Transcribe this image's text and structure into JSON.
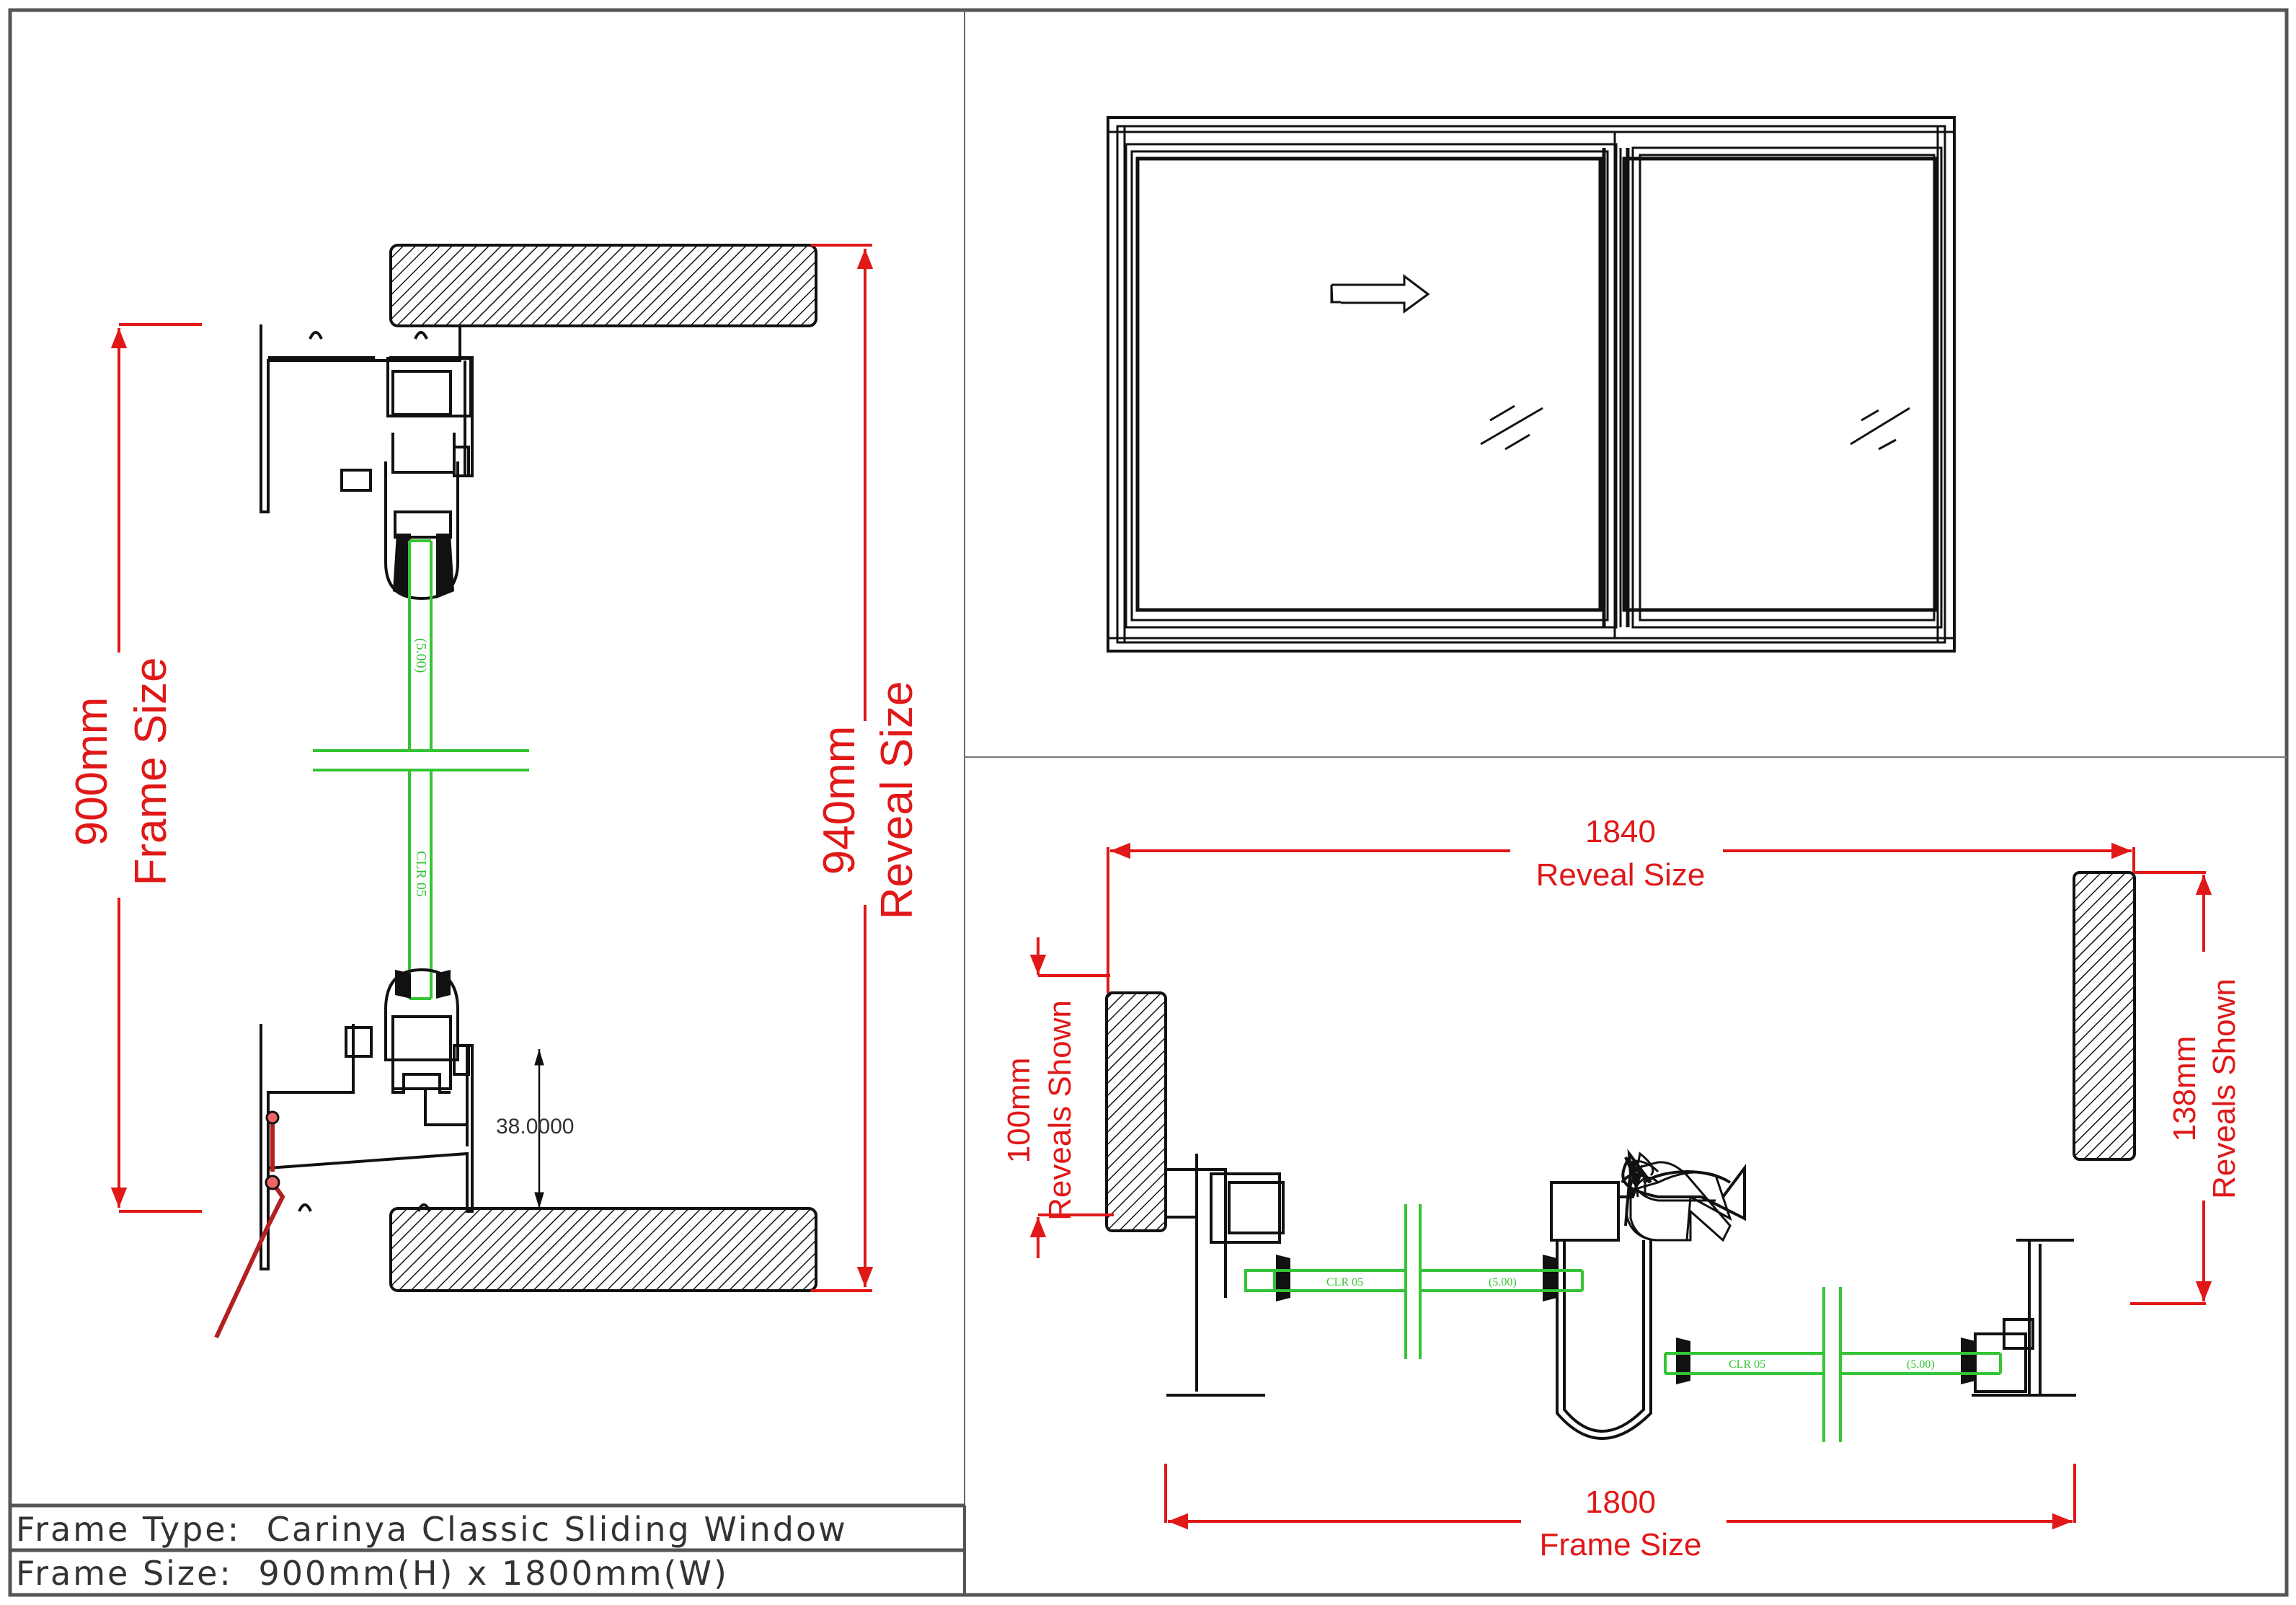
{
  "title_block": {
    "frame_type_label": "Frame Type:",
    "frame_type_value": "Carinya Classic Sliding Window",
    "frame_size_label": "Frame Size:",
    "frame_size_value": "900mm(H) x 1800mm(W)"
  },
  "vertical_section": {
    "frame_dim_value": "900mm",
    "frame_dim_label": "Frame Size",
    "reveal_dim_value": "940mm",
    "reveal_dim_label": "Reveal Size",
    "glass_thickness": "(5.00)",
    "glass_type": "CLR 05",
    "sill_dim": "38.0000"
  },
  "elevation": {
    "panels": 2,
    "slide_direction": "right-arrow",
    "glass_symbol": "glass-hatch-icon"
  },
  "plan_section": {
    "reveal_dim_value": "1840",
    "reveal_dim_label": "Reveal Size",
    "frame_dim_value": "1800",
    "frame_dim_label": "Frame Size",
    "left_reveal_value": "100mm",
    "left_reveal_label": "Reveals Shown",
    "right_reveal_value": "138mm",
    "right_reveal_label": "Reveals Shown",
    "glass_left_type": "CLR 05",
    "glass_left_thickness": "(5.00)",
    "glass_right_type": "CLR 05",
    "glass_right_thickness": "(5.00)"
  },
  "colors": {
    "border": "#555555",
    "dimension": "#e01818",
    "glass": "#35c435",
    "profile": "#111111"
  }
}
